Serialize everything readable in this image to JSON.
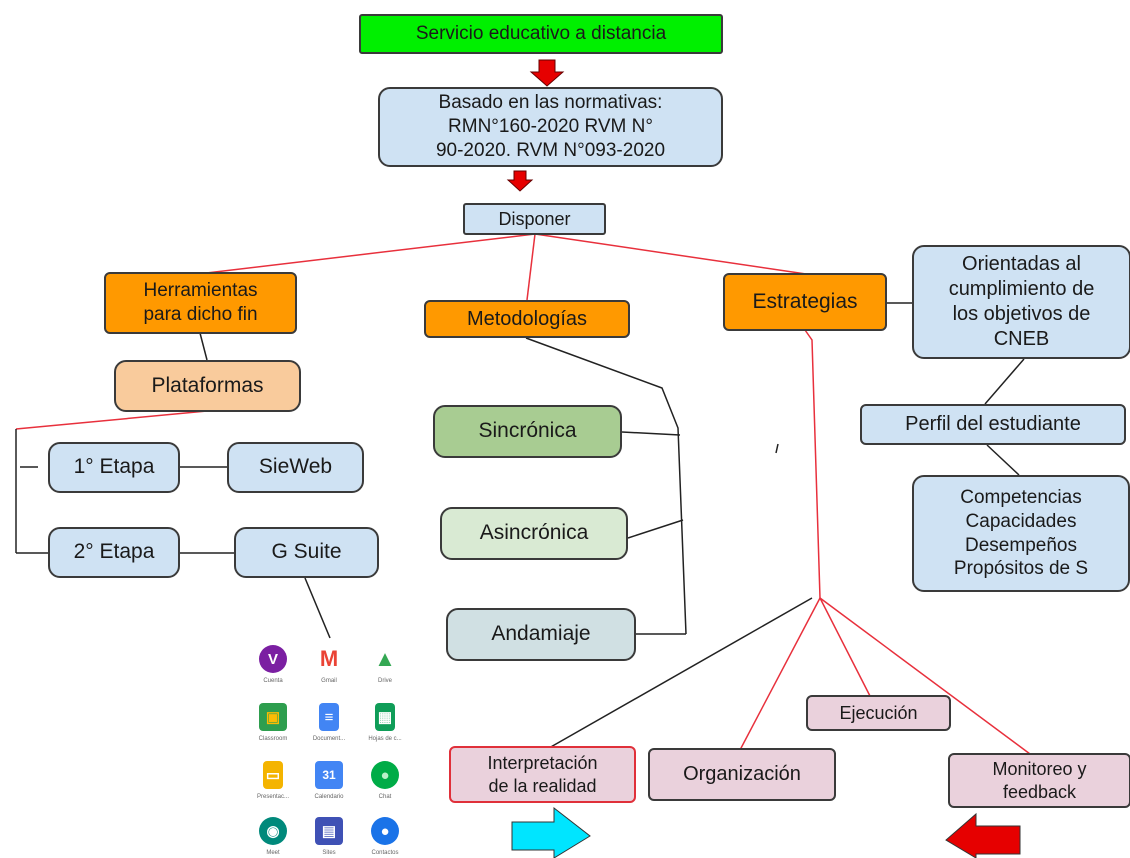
{
  "title": "Servicio educativo a distancia",
  "normativas": {
    "line1": "Basado en las normativas:",
    "line2": "RMN°160-2020 RVM N°",
    "line3": "90-2020. RVM N°093-2020"
  },
  "disponer": "Disponer",
  "herramientas": {
    "line1": "Herramientas",
    "line2": "para dicho fin"
  },
  "plataformas": "Plataformas",
  "etapa1": "1° Etapa",
  "sieweb": "SieWeb",
  "etapa2": "2° Etapa",
  "gsuite": "G Suite",
  "metodologias": "Metodologías",
  "sincronica": "Sincrónica",
  "asincronica": "Asincrónica",
  "andamiaje": "Andamiaje",
  "estrategias": "Estrategias",
  "orientadas": {
    "line1": "Orientadas al",
    "line2": "cumplimiento de",
    "line3": "los objetivos de",
    "line4": "CNEB"
  },
  "perfil": "Perfil del estudiante",
  "competencias": {
    "line1": "Competencias",
    "line2": "Capacidades",
    "line3": "Desempeños",
    "line4": "Propósitos de S"
  },
  "interpretacion": {
    "line1": "Interpretación",
    "line2": "de la realidad"
  },
  "organizacion": "Organización",
  "ejecucion": "Ejecución",
  "monitoreo": {
    "line1": "Monitoreo y",
    "line2": "feedback"
  },
  "apps": [
    {
      "label": "Cuenta",
      "icon": "account-icon",
      "glyph": "V",
      "color": "#7b1fa2"
    },
    {
      "label": "Gmail",
      "icon": "gmail-icon",
      "glyph": "M",
      "color": "#ea4335"
    },
    {
      "label": "Drive",
      "icon": "drive-icon",
      "glyph": "▲",
      "color": "#34a853"
    },
    {
      "label": "Classroom",
      "icon": "classroom-icon",
      "glyph": "▣",
      "color": "#2e9e4e"
    },
    {
      "label": "Document...",
      "icon": "docs-icon",
      "glyph": "≡",
      "color": "#4285f4"
    },
    {
      "label": "Hojas de c...",
      "icon": "sheets-icon",
      "glyph": "▦",
      "color": "#0f9d58"
    },
    {
      "label": "Presentac...",
      "icon": "slides-icon",
      "glyph": "▭",
      "color": "#f4b400"
    },
    {
      "label": "Calendario",
      "icon": "calendar-icon",
      "glyph": "31",
      "color": "#4285f4"
    },
    {
      "label": "Chat",
      "icon": "chat-icon",
      "glyph": "●",
      "color": "#00ac47"
    },
    {
      "label": "Meet",
      "icon": "meet-icon",
      "glyph": "◉",
      "color": "#00897b"
    },
    {
      "label": "Sites",
      "icon": "sites-icon",
      "glyph": "▤",
      "color": "#3f51b5"
    },
    {
      "label": "Contactos",
      "icon": "contacts-icon",
      "glyph": "●",
      "color": "#1a73e8"
    }
  ],
  "colors": {
    "red_arrow": "#e60000",
    "red_line": "#e8303c",
    "cyan_arrow": "#00e5ff",
    "black_line": "#222222"
  }
}
